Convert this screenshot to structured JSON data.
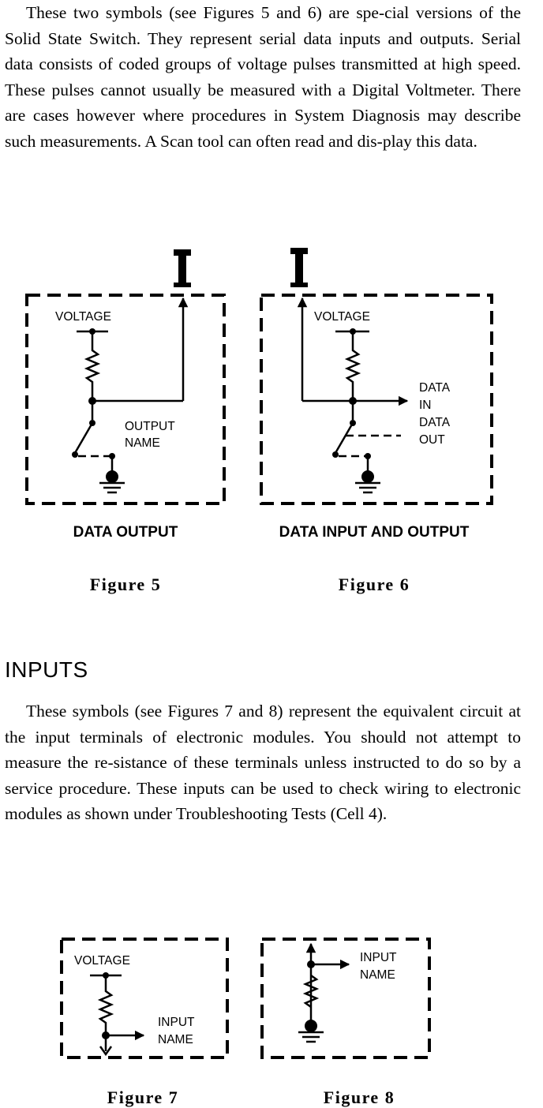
{
  "intro": {
    "text": "These two symbols (see Figures 5 and 6) are spe-cial versions of the Solid State Switch. They represent serial data inputs and outputs. Serial data consists of coded groups of voltage pulses transmitted at high speed. These pulses cannot usually be measured with a Digital Voltmeter. There are cases however where procedures in System Diagnosis may describe such measurements. A Scan tool can often read and dis-play this data."
  },
  "figure5": {
    "voltage_label": "VOLTAGE",
    "output_label_line1": "OUTPUT",
    "output_label_line2": "NAME",
    "caption": "DATA OUTPUT",
    "number": "Figure 5"
  },
  "figure6": {
    "voltage_label": "VOLTAGE",
    "data_label_1": "DATA",
    "data_label_2": "IN",
    "data_label_3": "DATA",
    "data_label_4": "OUT",
    "caption": "DATA INPUT AND OUTPUT",
    "number": "Figure 6"
  },
  "inputs_section": {
    "heading": "INPUTS",
    "text": "These symbols (see Figures 7 and 8) represent the equivalent circuit at the input terminals of electronic modules. You should not attempt to measure the re-sistance of these terminals unless instructed to do so by a service procedure. These inputs can be used to check wiring to electronic modules as shown under Troubleshooting Tests (Cell 4)."
  },
  "figure7": {
    "voltage_label": "VOLTAGE",
    "input_label_line1": "INPUT",
    "input_label_line2": "NAME",
    "number": "Figure 7"
  },
  "figure8": {
    "input_label_line1": "INPUT",
    "input_label_line2": "NAME",
    "number": "Figure 8"
  }
}
